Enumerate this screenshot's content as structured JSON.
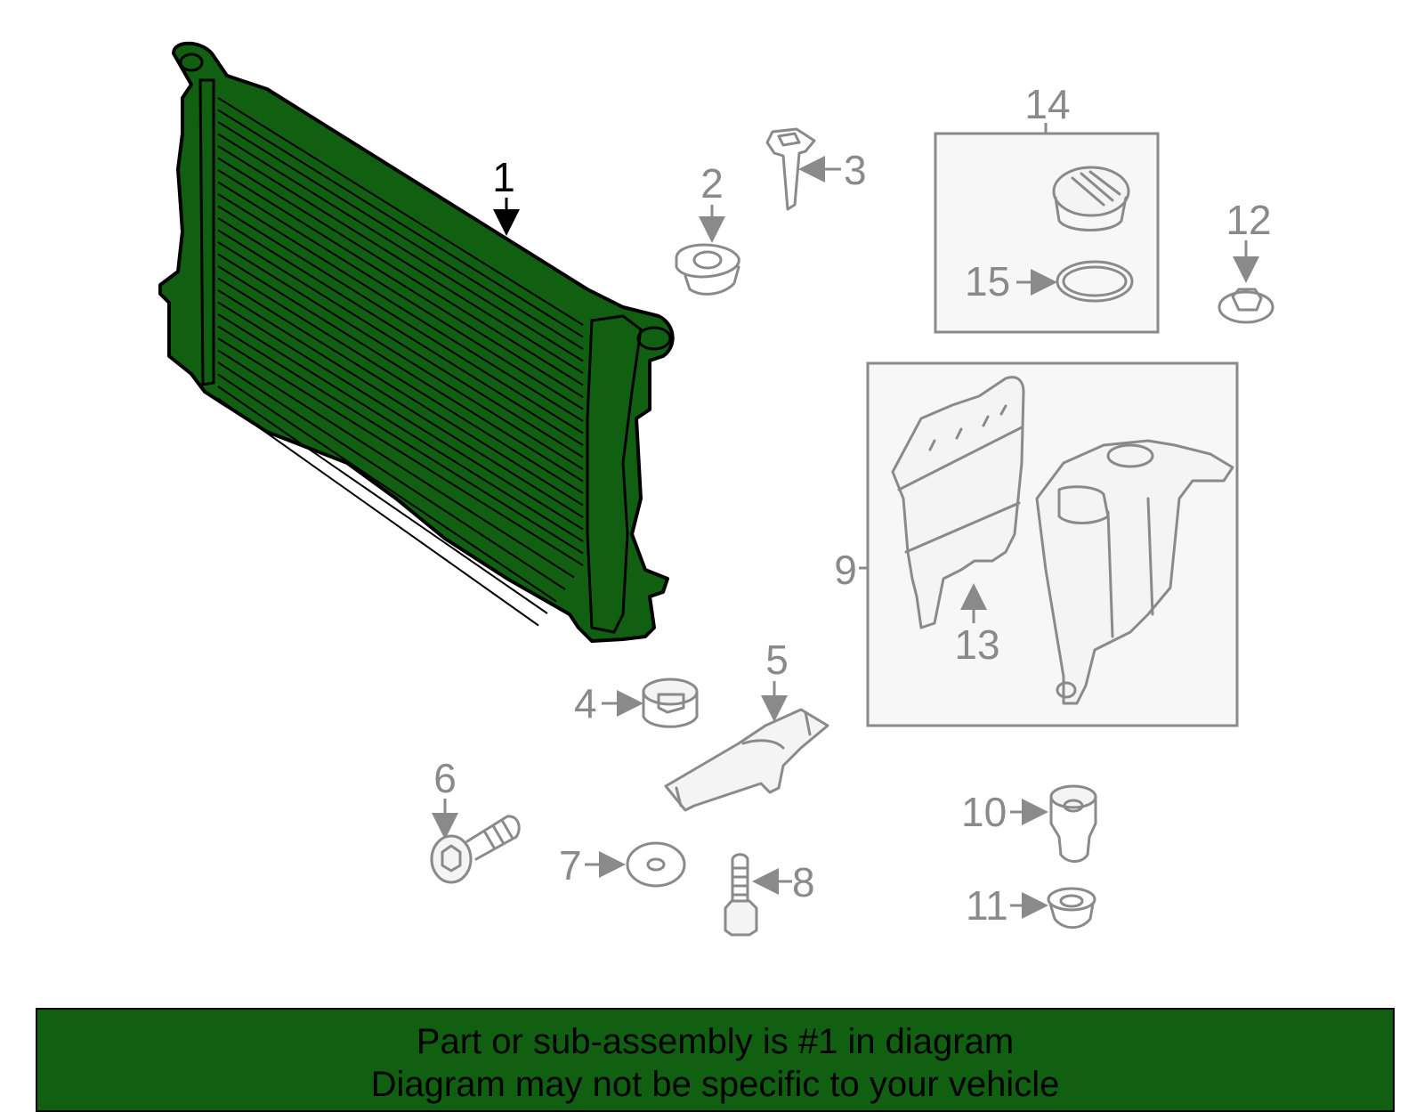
{
  "colors": {
    "highlight_part": "#116011",
    "part_outline": "#8a8a8a",
    "banner_background": "#116011",
    "banner_text": "#000000"
  },
  "callouts": {
    "c1": "1",
    "c2": "2",
    "c3": "3",
    "c4": "4",
    "c5": "5",
    "c6": "6",
    "c7": "7",
    "c8": "8",
    "c9": "9",
    "c10": "10",
    "c11": "11",
    "c12": "12",
    "c13": "13",
    "c14": "14",
    "c15": "15"
  },
  "banner": {
    "line1": "Part or sub-assembly is #1 in diagram",
    "line2": "Diagram may not be specific to your vehicle"
  }
}
